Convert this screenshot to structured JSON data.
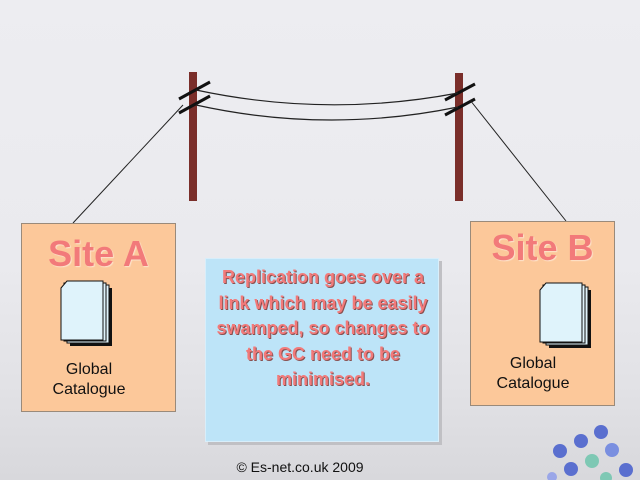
{
  "site_a": {
    "title": "Site A",
    "label_line1": "Global",
    "label_line2": "Catalogue"
  },
  "site_b": {
    "title": "Site B",
    "label_line1": "Global",
    "label_line2": "Catalogue"
  },
  "note": {
    "text": "Replication goes over a link which may be easily swamped, so changes to the GC need to be minimised."
  },
  "footer": {
    "copyright": "© Es-net.co.uk 2009"
  },
  "colors": {
    "site_fill": "#fcc89a",
    "site_title": "#f27a7a",
    "note_fill": "#bde4f8",
    "note_text": "#f27a7a",
    "pole": "#7a2e2a"
  },
  "icons": {
    "document": "document-stack-icon",
    "decoration": "blue-spheres-decoration"
  }
}
